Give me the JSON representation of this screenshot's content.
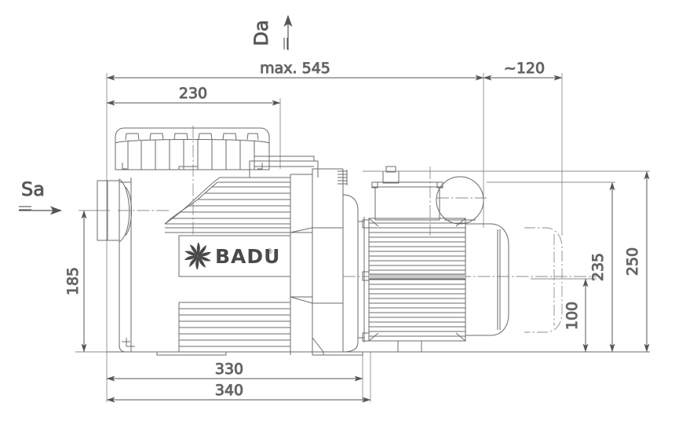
{
  "drawing": {
    "title": "BADU pool pump dimensional drawing",
    "type": "technical-dimension-drawing",
    "units": "mm",
    "line_color": "#6b6b6b",
    "text_color": "#5b5b5b",
    "background": "#ffffff"
  },
  "brand": {
    "name": "BADU",
    "registered_mark": "®",
    "logo_icon": "impeller-spiral-icon",
    "logo_color": "#4a4a4a"
  },
  "ports": [
    {
      "id": "discharge",
      "label": "Da",
      "icon": "up-arrow-icon",
      "orientation": "vertical-up",
      "position": "top"
    },
    {
      "id": "suction",
      "label": "Sa",
      "icon": "right-arrow-icon",
      "orientation": "horizontal-right",
      "position": "left"
    }
  ],
  "dimensions": {
    "horizontal": [
      {
        "id": "max-545",
        "value": "max. 545",
        "orientation": "horizontal",
        "position": "top"
      },
      {
        "id": "d-230",
        "value": "230",
        "orientation": "horizontal",
        "position": "top"
      },
      {
        "id": "d-120",
        "value": "~120",
        "orientation": "horizontal",
        "position": "top-right"
      },
      {
        "id": "d-330",
        "value": "330",
        "orientation": "horizontal",
        "position": "bottom"
      },
      {
        "id": "d-340",
        "value": "340",
        "orientation": "horizontal",
        "position": "bottom"
      }
    ],
    "vertical": [
      {
        "id": "d-185",
        "value": "185",
        "orientation": "vertical",
        "position": "left"
      },
      {
        "id": "d-250",
        "value": "250",
        "orientation": "vertical",
        "position": "right"
      },
      {
        "id": "d-235",
        "value": "235",
        "orientation": "vertical",
        "position": "right"
      },
      {
        "id": "d-100",
        "value": "100",
        "orientation": "vertical",
        "position": "right"
      }
    ]
  }
}
